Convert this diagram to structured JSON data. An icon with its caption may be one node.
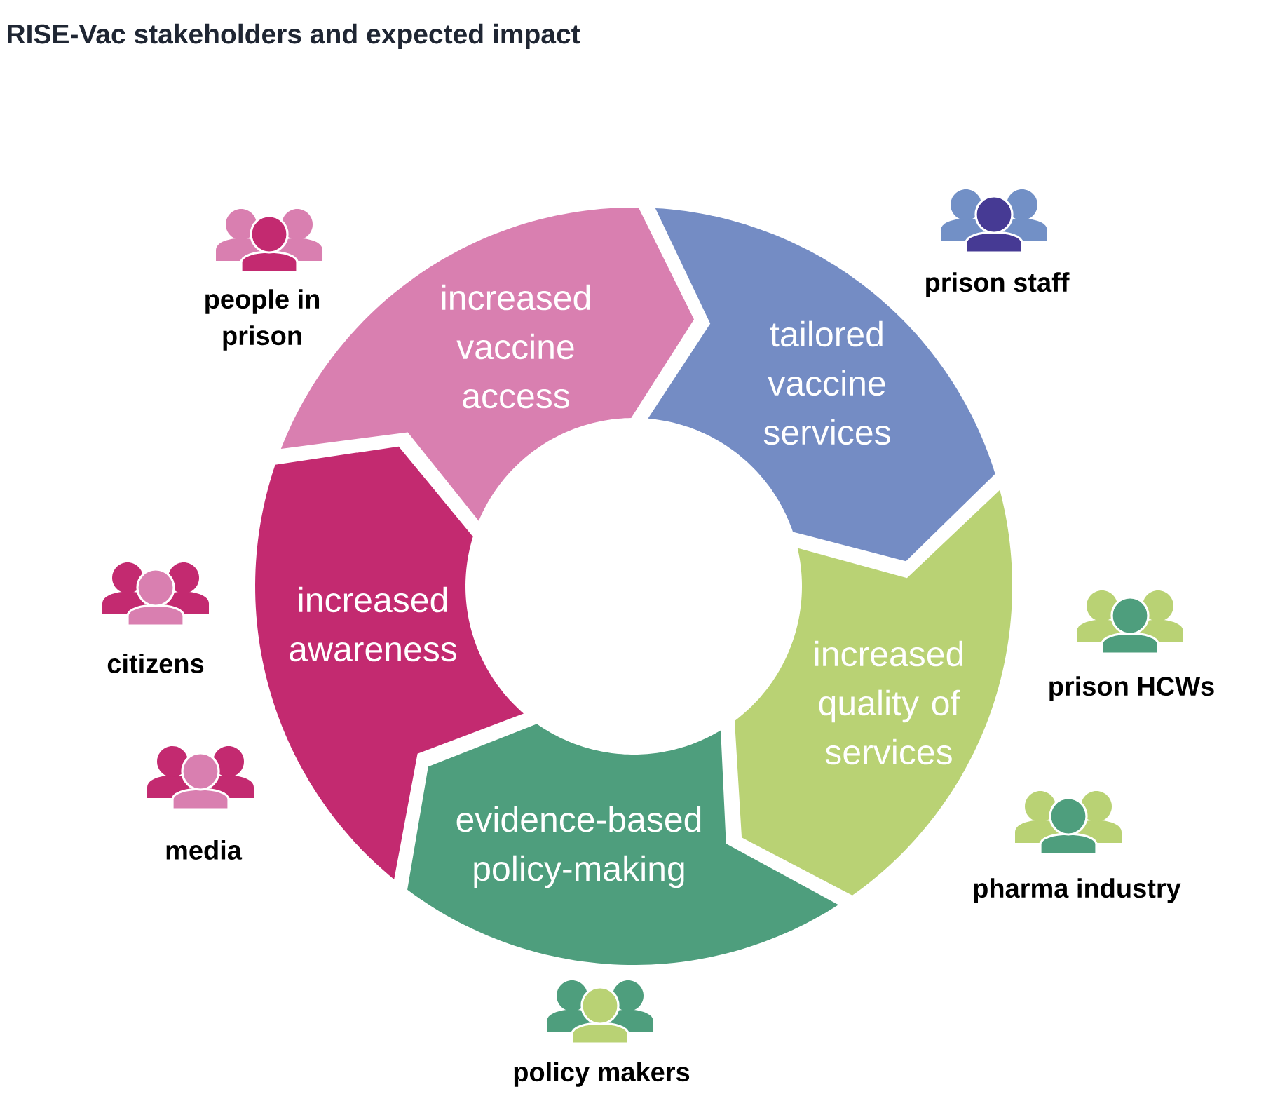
{
  "diagram": {
    "title": "RISE-Vac stakeholders and expected impact",
    "nodes": [
      {
        "text": [
          "increased vaccine access"
        ]
      },
      {
        "text": [
          "tailored vaccine services"
        ]
      },
      {
        "text": [
          "increased awareness"
        ]
      },
      {
        "text": [
          "increased quality of services"
        ]
      },
      {
        "text": [
          "evidence-based policy-making"
        ]
      }
    ],
    "labels": [
      "people in prison",
      "prison staff",
      "citizens",
      "prison HCWs",
      "media",
      "pharma industry",
      "policy makers"
    ]
  }
}
